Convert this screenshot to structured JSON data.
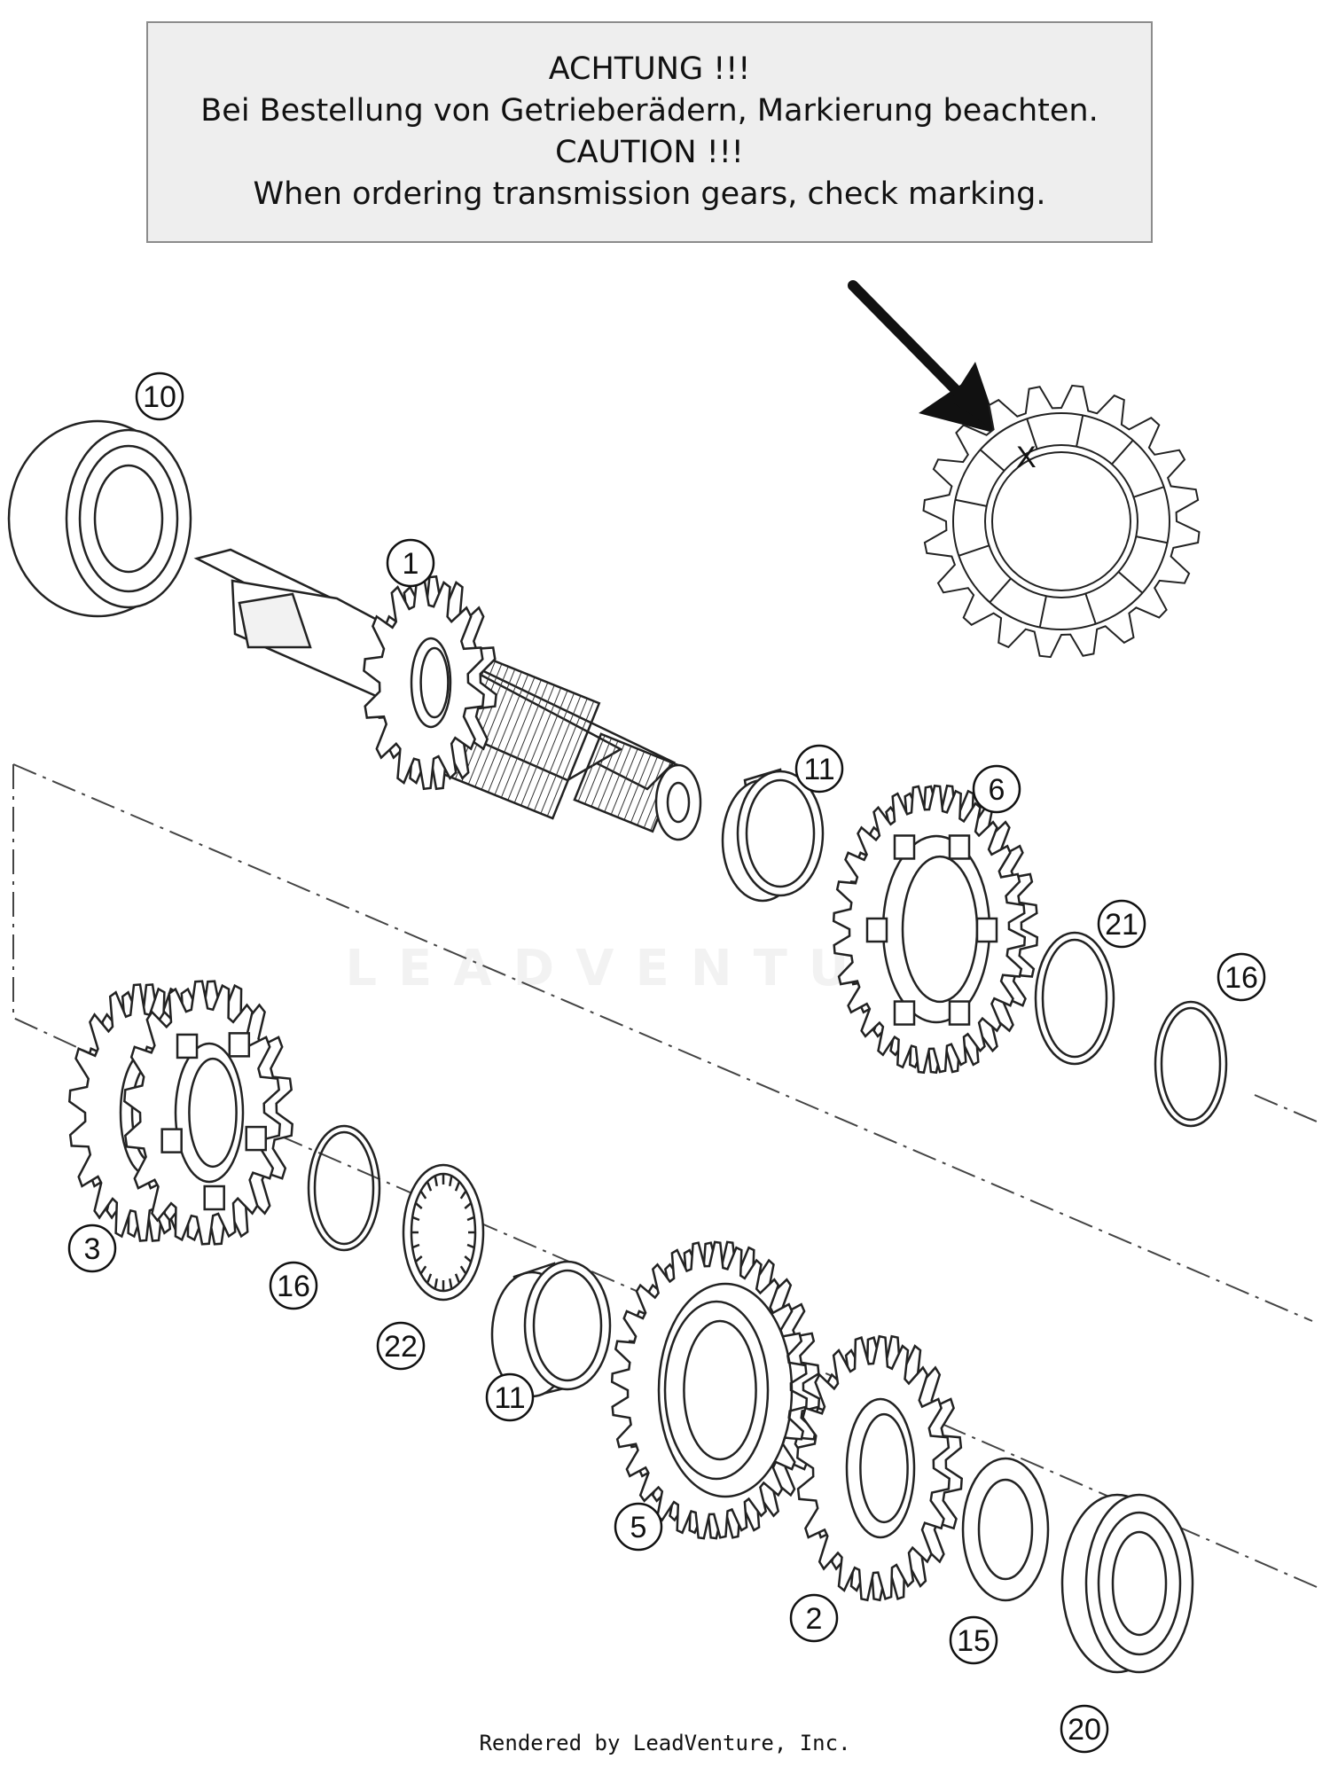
{
  "notice": {
    "line1": "ACHTUNG !!!",
    "line2": "Bei Bestellung von Getrieberädern, Markierung beachten.",
    "line3": "CAUTION !!!",
    "line4": "When ordering transmission gears, check marking."
  },
  "marking": {
    "symbol": "X"
  },
  "watermark": {
    "text": "LEADVENTURE"
  },
  "callouts": [
    {
      "id": "c1",
      "label": "1"
    },
    {
      "id": "c10",
      "label": "10"
    },
    {
      "id": "c11a",
      "label": "11"
    },
    {
      "id": "c6",
      "label": "6"
    },
    {
      "id": "c21",
      "label": "21"
    },
    {
      "id": "c16a",
      "label": "16"
    },
    {
      "id": "c3",
      "label": "3"
    },
    {
      "id": "c16b",
      "label": "16"
    },
    {
      "id": "c22",
      "label": "22"
    },
    {
      "id": "c11b",
      "label": "11"
    },
    {
      "id": "c5",
      "label": "5"
    },
    {
      "id": "c2",
      "label": "2"
    },
    {
      "id": "c15",
      "label": "15"
    },
    {
      "id": "c20",
      "label": "20"
    }
  ],
  "footer": {
    "text": "Rendered by LeadVenture, Inc."
  }
}
